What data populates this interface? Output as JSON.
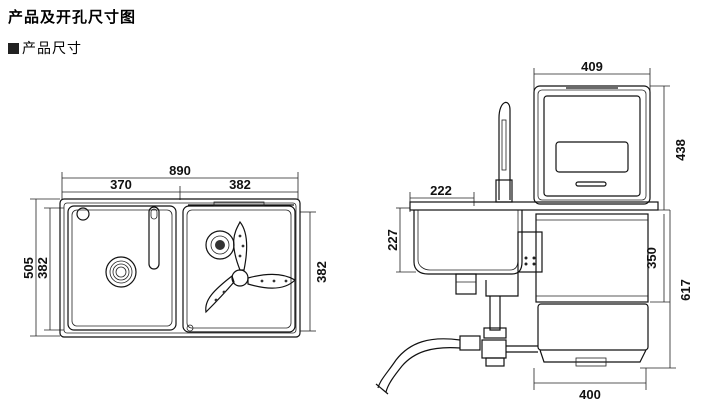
{
  "header": {
    "title": "产品及开孔尺寸图",
    "subtitle": "产品尺寸"
  },
  "dimensions": {
    "top_view": {
      "total_width": "890",
      "left_bowl_width": "370",
      "right_bowl_width": "382",
      "total_depth": "505",
      "bowl_depth": "382",
      "right_depth": "382"
    },
    "side_view": {
      "dishwasher_width": "409",
      "dishwasher_height": "438",
      "basin_width": "222",
      "basin_height": "227",
      "cabinet_height": "350",
      "total_height": "617",
      "bottom_width": "400"
    }
  },
  "icons": {
    "square_bullet": "filled-square-icon"
  }
}
